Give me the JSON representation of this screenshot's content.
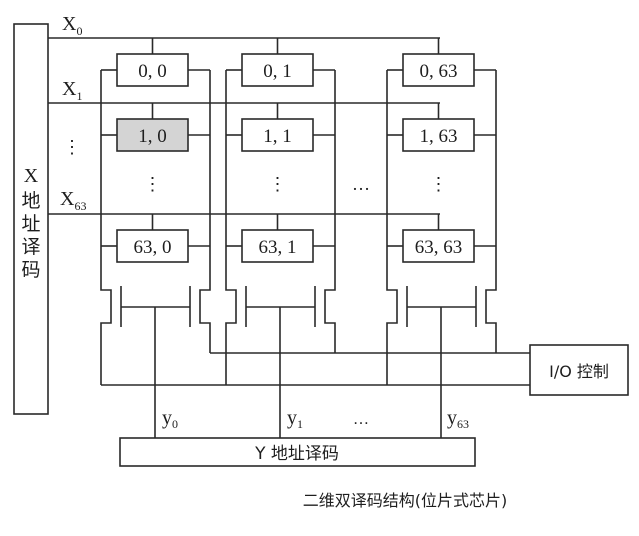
{
  "diagram": {
    "type": "memory-array-schematic",
    "caption": "二维双译码结构(位片式芯片)",
    "x_decoder": {
      "label_chars": [
        "X",
        "地",
        "址",
        "译",
        "码"
      ]
    },
    "y_decoder": {
      "label": "Y 地址译码"
    },
    "io_control": {
      "label": "I/O 控制"
    },
    "row_lines": [
      {
        "base": "X",
        "sub": "0"
      },
      {
        "base": "X",
        "sub": "1"
      },
      {
        "base": "X",
        "sub": "63"
      }
    ],
    "row_ellipsis": "⋮",
    "column_lines": [
      {
        "base": "y",
        "sub": "0"
      },
      {
        "base": "y",
        "sub": "1"
      },
      {
        "base": "y",
        "sub": "63"
      }
    ],
    "column_ellipsis": "…",
    "cells": [
      [
        "0, 0",
        "0, 1",
        "0, 63"
      ],
      [
        "1, 0",
        "1, 1",
        "1, 63"
      ],
      [
        "63, 0",
        "63, 1",
        "63, 63"
      ]
    ],
    "highlighted_cell": "1, 0",
    "highlight_color": "#d4d4d4",
    "cell_column_ellipsis": "⋮",
    "middle_ellipsis": "…"
  }
}
